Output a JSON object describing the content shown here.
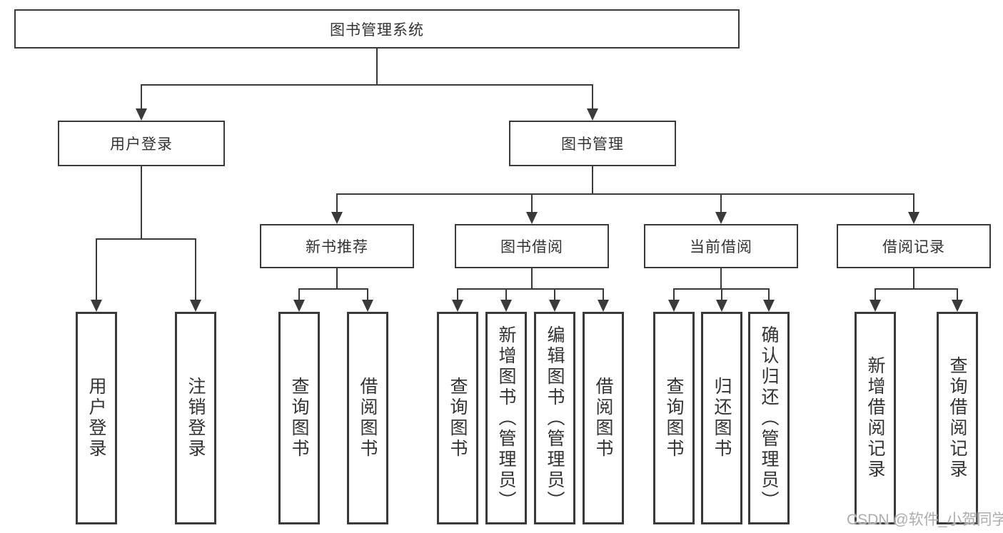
{
  "colors": {
    "line": "#3a3a3a",
    "text": "#333333",
    "background": "#ffffff",
    "watermark": "#aeaeae"
  },
  "watermark": {
    "text": "CSDN @软件_小贺同学"
  },
  "tree": {
    "root": "图书管理系统",
    "branches": [
      {
        "label": "用户登录",
        "children": [
          {
            "label": "用户登录"
          },
          {
            "label": "注销登录"
          }
        ]
      },
      {
        "label": "图书管理",
        "children": [
          {
            "label": "新书推荐",
            "children": [
              {
                "label": "查询图书"
              },
              {
                "label": "借阅图书"
              }
            ]
          },
          {
            "label": "图书借阅",
            "children": [
              {
                "label": "查询图书"
              },
              {
                "label": "新增图书（管理员）"
              },
              {
                "label": "编辑图书（管理员）"
              },
              {
                "label": "借阅图书"
              }
            ]
          },
          {
            "label": "当前借阅",
            "children": [
              {
                "label": "查询图书"
              },
              {
                "label": "归还图书"
              },
              {
                "label": "确认归还（管理员）"
              }
            ]
          },
          {
            "label": "借阅记录",
            "children": [
              {
                "label": "新增借阅记录"
              },
              {
                "label": "查询借阅记录"
              }
            ]
          }
        ]
      }
    ]
  }
}
